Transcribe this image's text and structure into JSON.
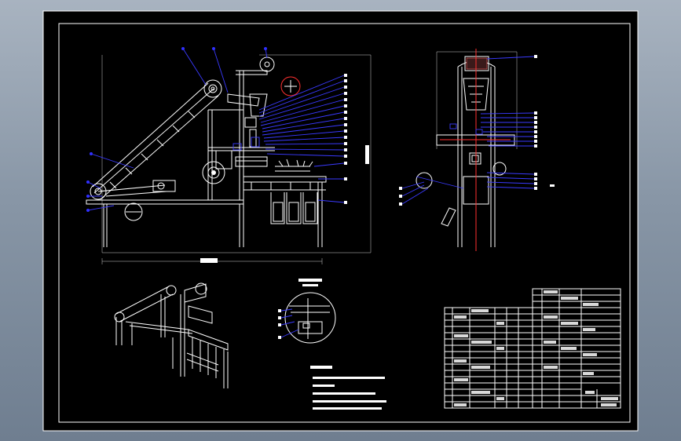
{
  "drawing": {
    "background": "#000000",
    "frame_color": "#ffffff",
    "leader_color": "#3a3aff",
    "centerline_color": "#ff3030",
    "title_block": {
      "rows": 18
    },
    "parts_list": {
      "rows": 15
    },
    "notes": {
      "lines": 5
    }
  }
}
